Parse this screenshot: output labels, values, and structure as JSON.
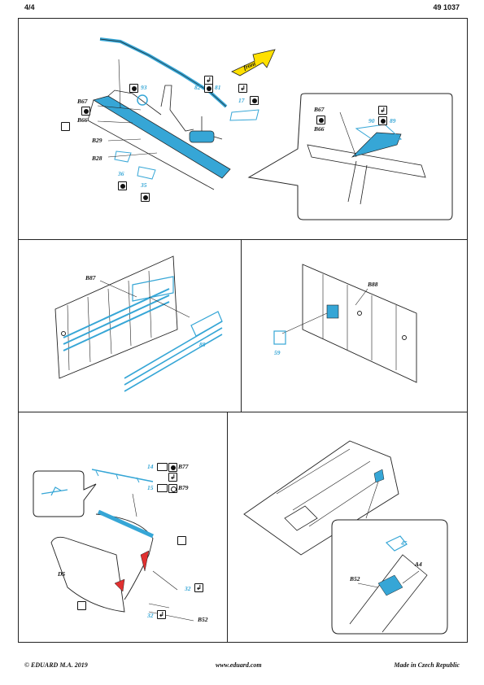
{
  "header": {
    "page": "4/4",
    "code": "49 1037"
  },
  "footer": {
    "copyright": "© EDUARD  M.A. 2019",
    "url": "www.eduard.com",
    "made": "Made in  Czech Republic"
  },
  "panel1": {
    "front_label": "front",
    "labels": {
      "b67": "B67",
      "b66": "B66",
      "b29": "B29",
      "b28": "B28",
      "p93": "93",
      "p82": "82",
      "p81": "81",
      "p17": "17",
      "p36": "36",
      "p35": "35"
    },
    "detail": {
      "b67": "B67",
      "b66": "B66",
      "p90": "90",
      "p89": "89"
    }
  },
  "panel2": {
    "b87": "B87",
    "p88": "88"
  },
  "panel3": {
    "b88": "B88",
    "p59": "59"
  },
  "panel4": {
    "p14": "14",
    "b77": "B77",
    "p15": "15",
    "b79": "B79",
    "d5": "D5",
    "p32a": "32",
    "p32b": "32",
    "b52": "B52"
  },
  "panel5": {
    "p45": "45",
    "b52": "B52",
    "a4": "A4"
  },
  "colors": {
    "part_blue": "#36a6d6",
    "accent_red": "#e03030",
    "front_arrow": "#ffe000",
    "line": "#222222"
  }
}
